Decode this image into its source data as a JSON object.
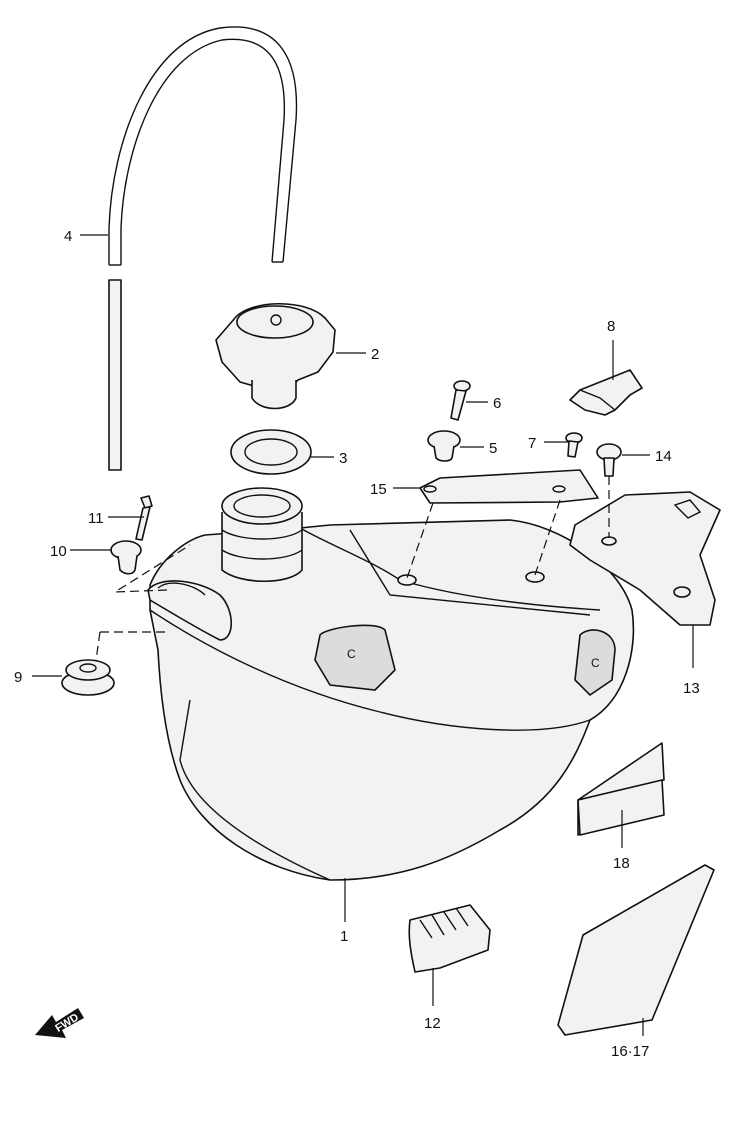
{
  "callouts": {
    "c1": "1",
    "c2": "2",
    "c3": "3",
    "c4": "4",
    "c5": "5",
    "c6": "6",
    "c7": "7",
    "c8": "8",
    "c9": "9",
    "c10": "10",
    "c11": "11",
    "c12": "12",
    "c13": "13",
    "c14": "14",
    "c15": "15",
    "c16_17": "16·17",
    "c18": "18"
  },
  "direction_label": "FWD",
  "tank_marks": [
    "C",
    "C"
  ]
}
